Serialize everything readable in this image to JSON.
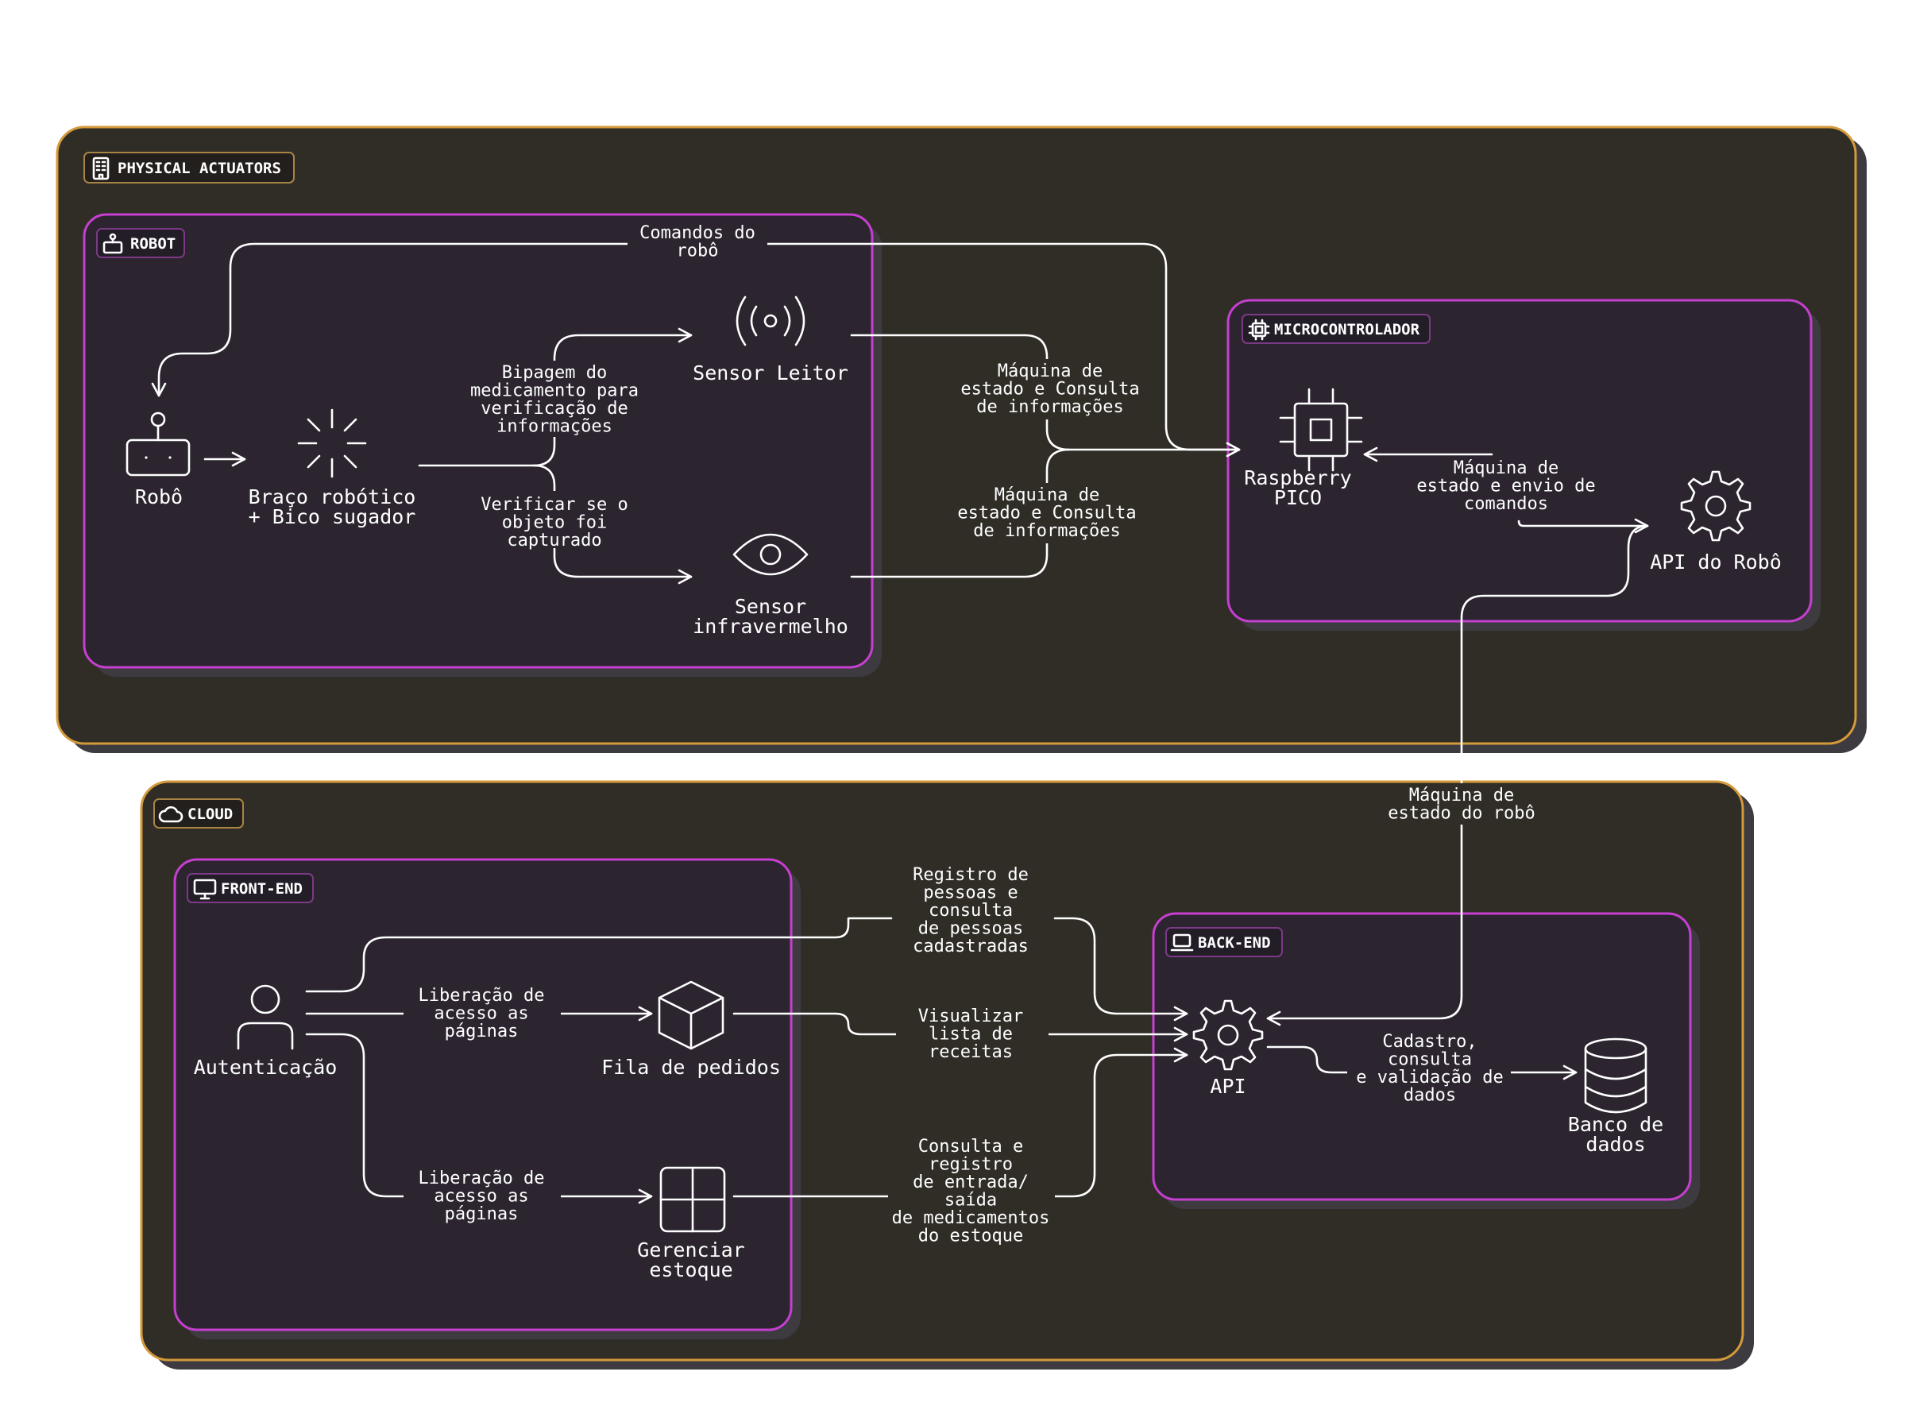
{
  "colors": {
    "background": "#ffffff",
    "outer_group_fill": "#302d27",
    "outer_group_border": "#d49a3a",
    "inner_group_fill": "#2c2530",
    "inner_group_border": "#c63fd0",
    "shadow": "#3d3b40",
    "line": "#ffffff",
    "text": "#ffffff"
  },
  "groups": {
    "physical": {
      "label": "PHYSICAL ACTUATORS",
      "icon": "building-icon"
    },
    "robot": {
      "label": "ROBOT",
      "icon": "robot-icon"
    },
    "micro": {
      "label": "MICROCONTROLADOR",
      "icon": "chip-icon"
    },
    "cloud": {
      "label": "CLOUD",
      "icon": "cloud-icon"
    },
    "frontend": {
      "label": "FRONT-END",
      "icon": "monitor-icon"
    },
    "backend": {
      "label": "BACK-END",
      "icon": "laptop-icon"
    }
  },
  "nodes": {
    "robo": {
      "lines": [
        "Robô"
      ],
      "icon": "robot-icon"
    },
    "braco": {
      "lines": [
        "Braço robótico",
        "+ Bico sugador"
      ],
      "icon": "sparkle-icon"
    },
    "sensor_leitor": {
      "lines": [
        "Sensor Leitor"
      ],
      "icon": "broadcast-icon"
    },
    "sensor_infra": {
      "lines": [
        "Sensor",
        "infravermelho"
      ],
      "icon": "eye-icon"
    },
    "raspberry": {
      "lines": [
        "Raspberry",
        "PICO"
      ],
      "icon": "chip-icon"
    },
    "api_robo": {
      "lines": [
        "API do Robô"
      ],
      "icon": "gear-icon"
    },
    "autenticacao": {
      "lines": [
        "Autenticação"
      ],
      "icon": "user-icon"
    },
    "fila": {
      "lines": [
        "Fila de pedidos"
      ],
      "icon": "cube-icon"
    },
    "estoque": {
      "lines": [
        "Gerenciar",
        "estoque"
      ],
      "icon": "grid-icon"
    },
    "api": {
      "lines": [
        "API"
      ],
      "icon": "gear-icon"
    },
    "banco": {
      "lines": [
        "Banco de",
        "dados"
      ],
      "icon": "database-icon"
    }
  },
  "edges": {
    "comandos": {
      "lines": [
        "Comandos do",
        "robô"
      ]
    },
    "bipagem": {
      "lines": [
        "Bipagem do",
        "medicamento para",
        "verificação de",
        "informações"
      ]
    },
    "verificar": {
      "lines": [
        "Verificar se o",
        "objeto foi",
        "capturado"
      ]
    },
    "maquina1": {
      "lines": [
        "Máquina de",
        "estado e Consulta",
        "de informações"
      ]
    },
    "maquina2": {
      "lines": [
        "Máquina de",
        "estado e Consulta",
        "de informações"
      ]
    },
    "maquina_envio": {
      "lines": [
        "Máquina de",
        "estado e envio de",
        "comandos"
      ]
    },
    "maquina_robo": {
      "lines": [
        "Máquina de",
        "estado do robô"
      ]
    },
    "registro": {
      "lines": [
        "Registro de",
        "pessoas e",
        "consulta",
        "de pessoas",
        "cadastradas"
      ]
    },
    "liberacao1": {
      "lines": [
        "Liberação de",
        "acesso as",
        "páginas"
      ]
    },
    "liberacao2": {
      "lines": [
        "Liberação de",
        "acesso as",
        "páginas"
      ]
    },
    "visualizar": {
      "lines": [
        "Visualizar",
        "lista de",
        "receitas"
      ]
    },
    "consulta": {
      "lines": [
        "Consulta e",
        "registro",
        "de entrada/",
        "saída",
        "de medicamentos",
        "do estoque"
      ]
    },
    "cadastro": {
      "lines": [
        "Cadastro,",
        "consulta",
        "e validação de",
        "dados"
      ]
    }
  }
}
